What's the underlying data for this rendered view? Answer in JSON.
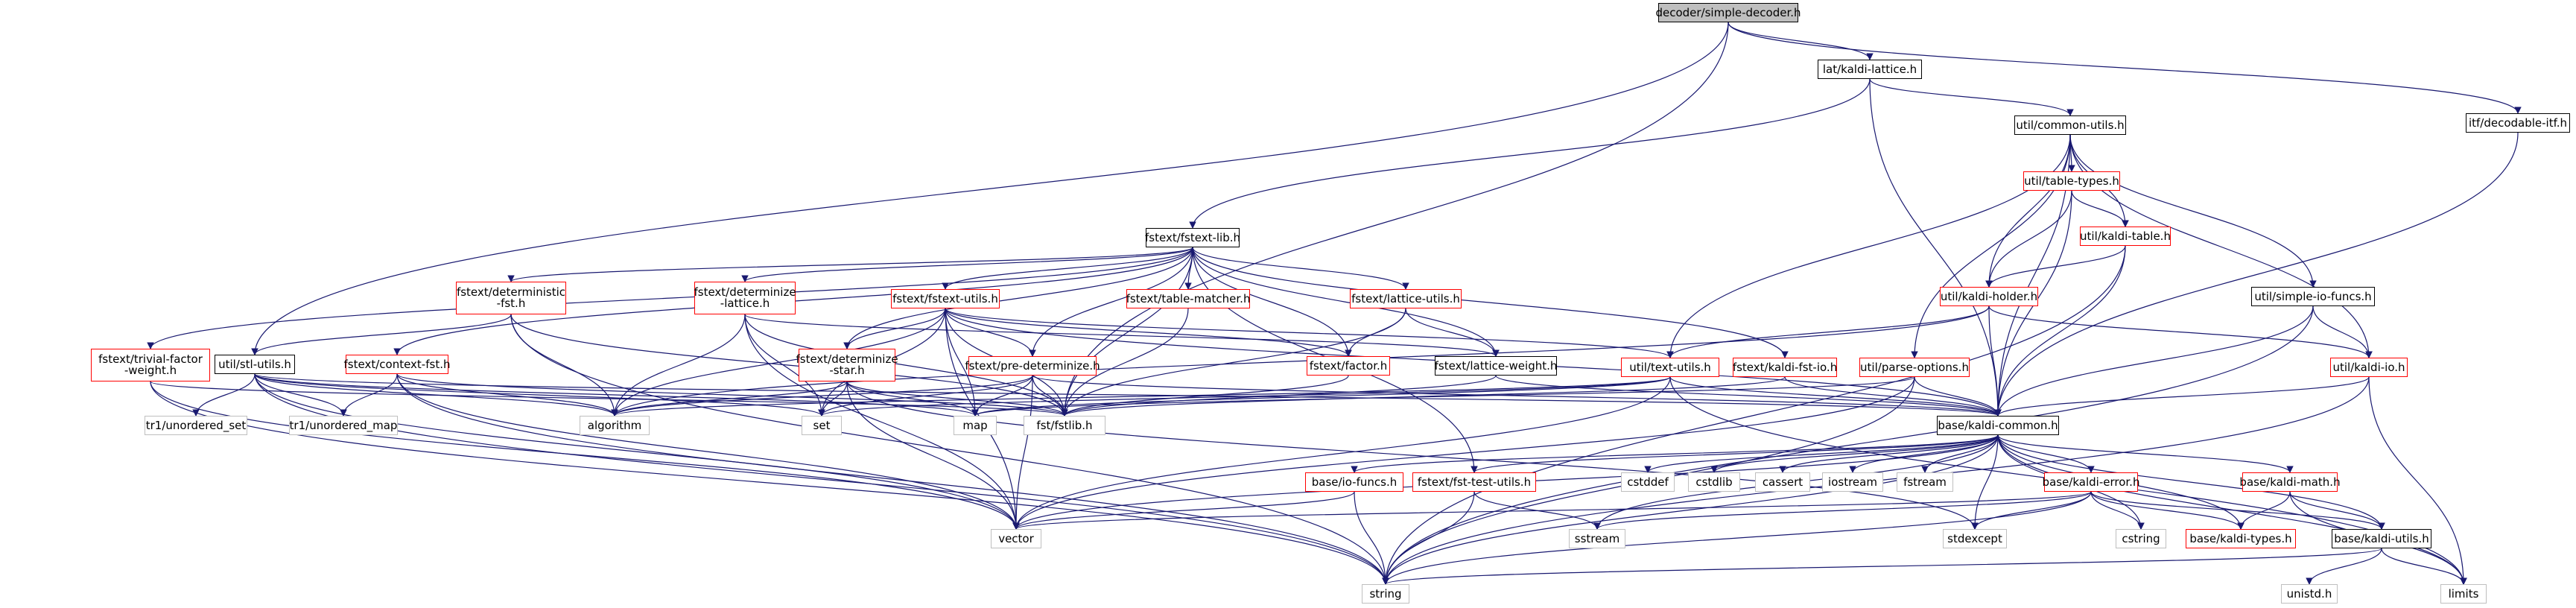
{
  "diagram": {
    "root": "decoder/simple-decoder.h",
    "nodes": {
      "simple_decoder": "decoder/simple-decoder.h",
      "kaldi_lattice": "lat/kaldi-lattice.h",
      "decodable_itf": "itf/decodable-itf.h",
      "fstext_lib": "fstext/fstext-lib.h",
      "common_utils": "util/common-utils.h",
      "table_types": "util/table-types.h",
      "kaldi_table": "util/kaldi-table.h",
      "kaldi_holder": "util/kaldi-holder.h",
      "simple_io_funcs": "util/simple-io-funcs.h",
      "kaldi_io": "util/kaldi-io.h",
      "parse_options": "util/parse-options.h",
      "text_utils": "util/text-utils.h",
      "deterministic_fst": "fstext/deterministic\n-fst.h",
      "determinize_lattice": "fstext/determinize\n-lattice.h",
      "fstext_utils": "fstext/fstext-utils.h",
      "table_matcher": "fstext/table-matcher.h",
      "lattice_utils": "fstext/lattice-utils.h",
      "kaldi_fst_io": "fstext/kaldi-fst-io.h",
      "trivial_factor_weight": "fstext/trivial-factor\n-weight.h",
      "stl_utils": "util/stl-utils.h",
      "context_fst": "fstext/context-fst.h",
      "determinize_star": "fstext/determinize\n-star.h",
      "pre_determinize": "fstext/pre-determinize.h",
      "factor": "fstext/factor.h",
      "lattice_weight": "fstext/lattice-weight.h",
      "tr1_unordered_set": "tr1/unordered_set",
      "tr1_unordered_map": "tr1/unordered_map",
      "algorithm": "algorithm",
      "set": "set",
      "map": "map",
      "fstlib": "fst/fstlib.h",
      "kaldi_common": "base/kaldi-common.h",
      "io_funcs": "base/io-funcs.h",
      "fst_test_utils": "fstext/fst-test-utils.h",
      "cstddef": "cstddef",
      "cstdlib": "cstdlib",
      "cassert": "cassert",
      "iostream": "iostream",
      "fstream": "fstream",
      "kaldi_error": "base/kaldi-error.h",
      "kaldi_math": "base/kaldi-math.h",
      "vector": "vector",
      "sstream": "sstream",
      "stdexcept": "stdexcept",
      "cstring": "cstring",
      "kaldi_types": "base/kaldi-types.h",
      "kaldi_utils": "base/kaldi-utils.h",
      "string": "string",
      "unistd": "unistd.h",
      "limits": "limits"
    }
  }
}
